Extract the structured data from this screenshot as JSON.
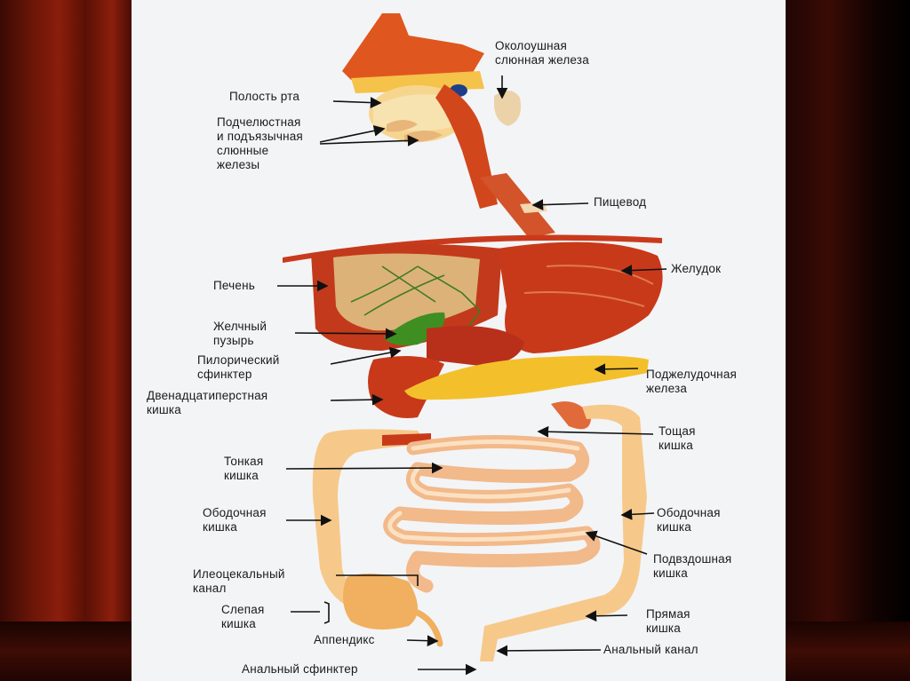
{
  "colors": {
    "background_panel": "#f3f4f6",
    "curtain": "#8a1e0c",
    "organ_red": "#c8391a",
    "organ_dark_red": "#a82a12",
    "intestine_cream": "#f6c98a",
    "pancreas_yellow": "#f3c02c",
    "gallbladder_green": "#3f8e22",
    "liver": "#b8381c",
    "label_text": "#1a1a1a"
  },
  "labels": {
    "parotid": "Околоушная\nслюнная железа",
    "oral_cavity": "Полость рта",
    "submandibular": "Подчелюстная\nи подъязычная\nслюнные\nжелезы",
    "esophagus": "Пищевод",
    "stomach": "Желудок",
    "liver": "Печень",
    "gallbladder": "Желчный\nпузырь",
    "pyloric": "Пилорический\nсфинктер",
    "duodenum": "Двенадцатиперстная\nкишка",
    "pancreas": "Поджелудочная\nжелеза",
    "jejunum": "Тощая\nкишка",
    "small_intestine": "Тонкая\nкишка",
    "colon_left": "Ободочная\nкишка",
    "colon_right": "Ободочная\nкишка",
    "ileum": "Подвздошная\nкишка",
    "ileocecal": "Илеоцекальный\nканал",
    "cecum": "Слепая\nкишка",
    "rectum": "Прямая\nкишка",
    "appendix": "Аппендикс",
    "anal_canal": "Анальный канал",
    "anal_sphincter": "Анальный сфинктер"
  }
}
